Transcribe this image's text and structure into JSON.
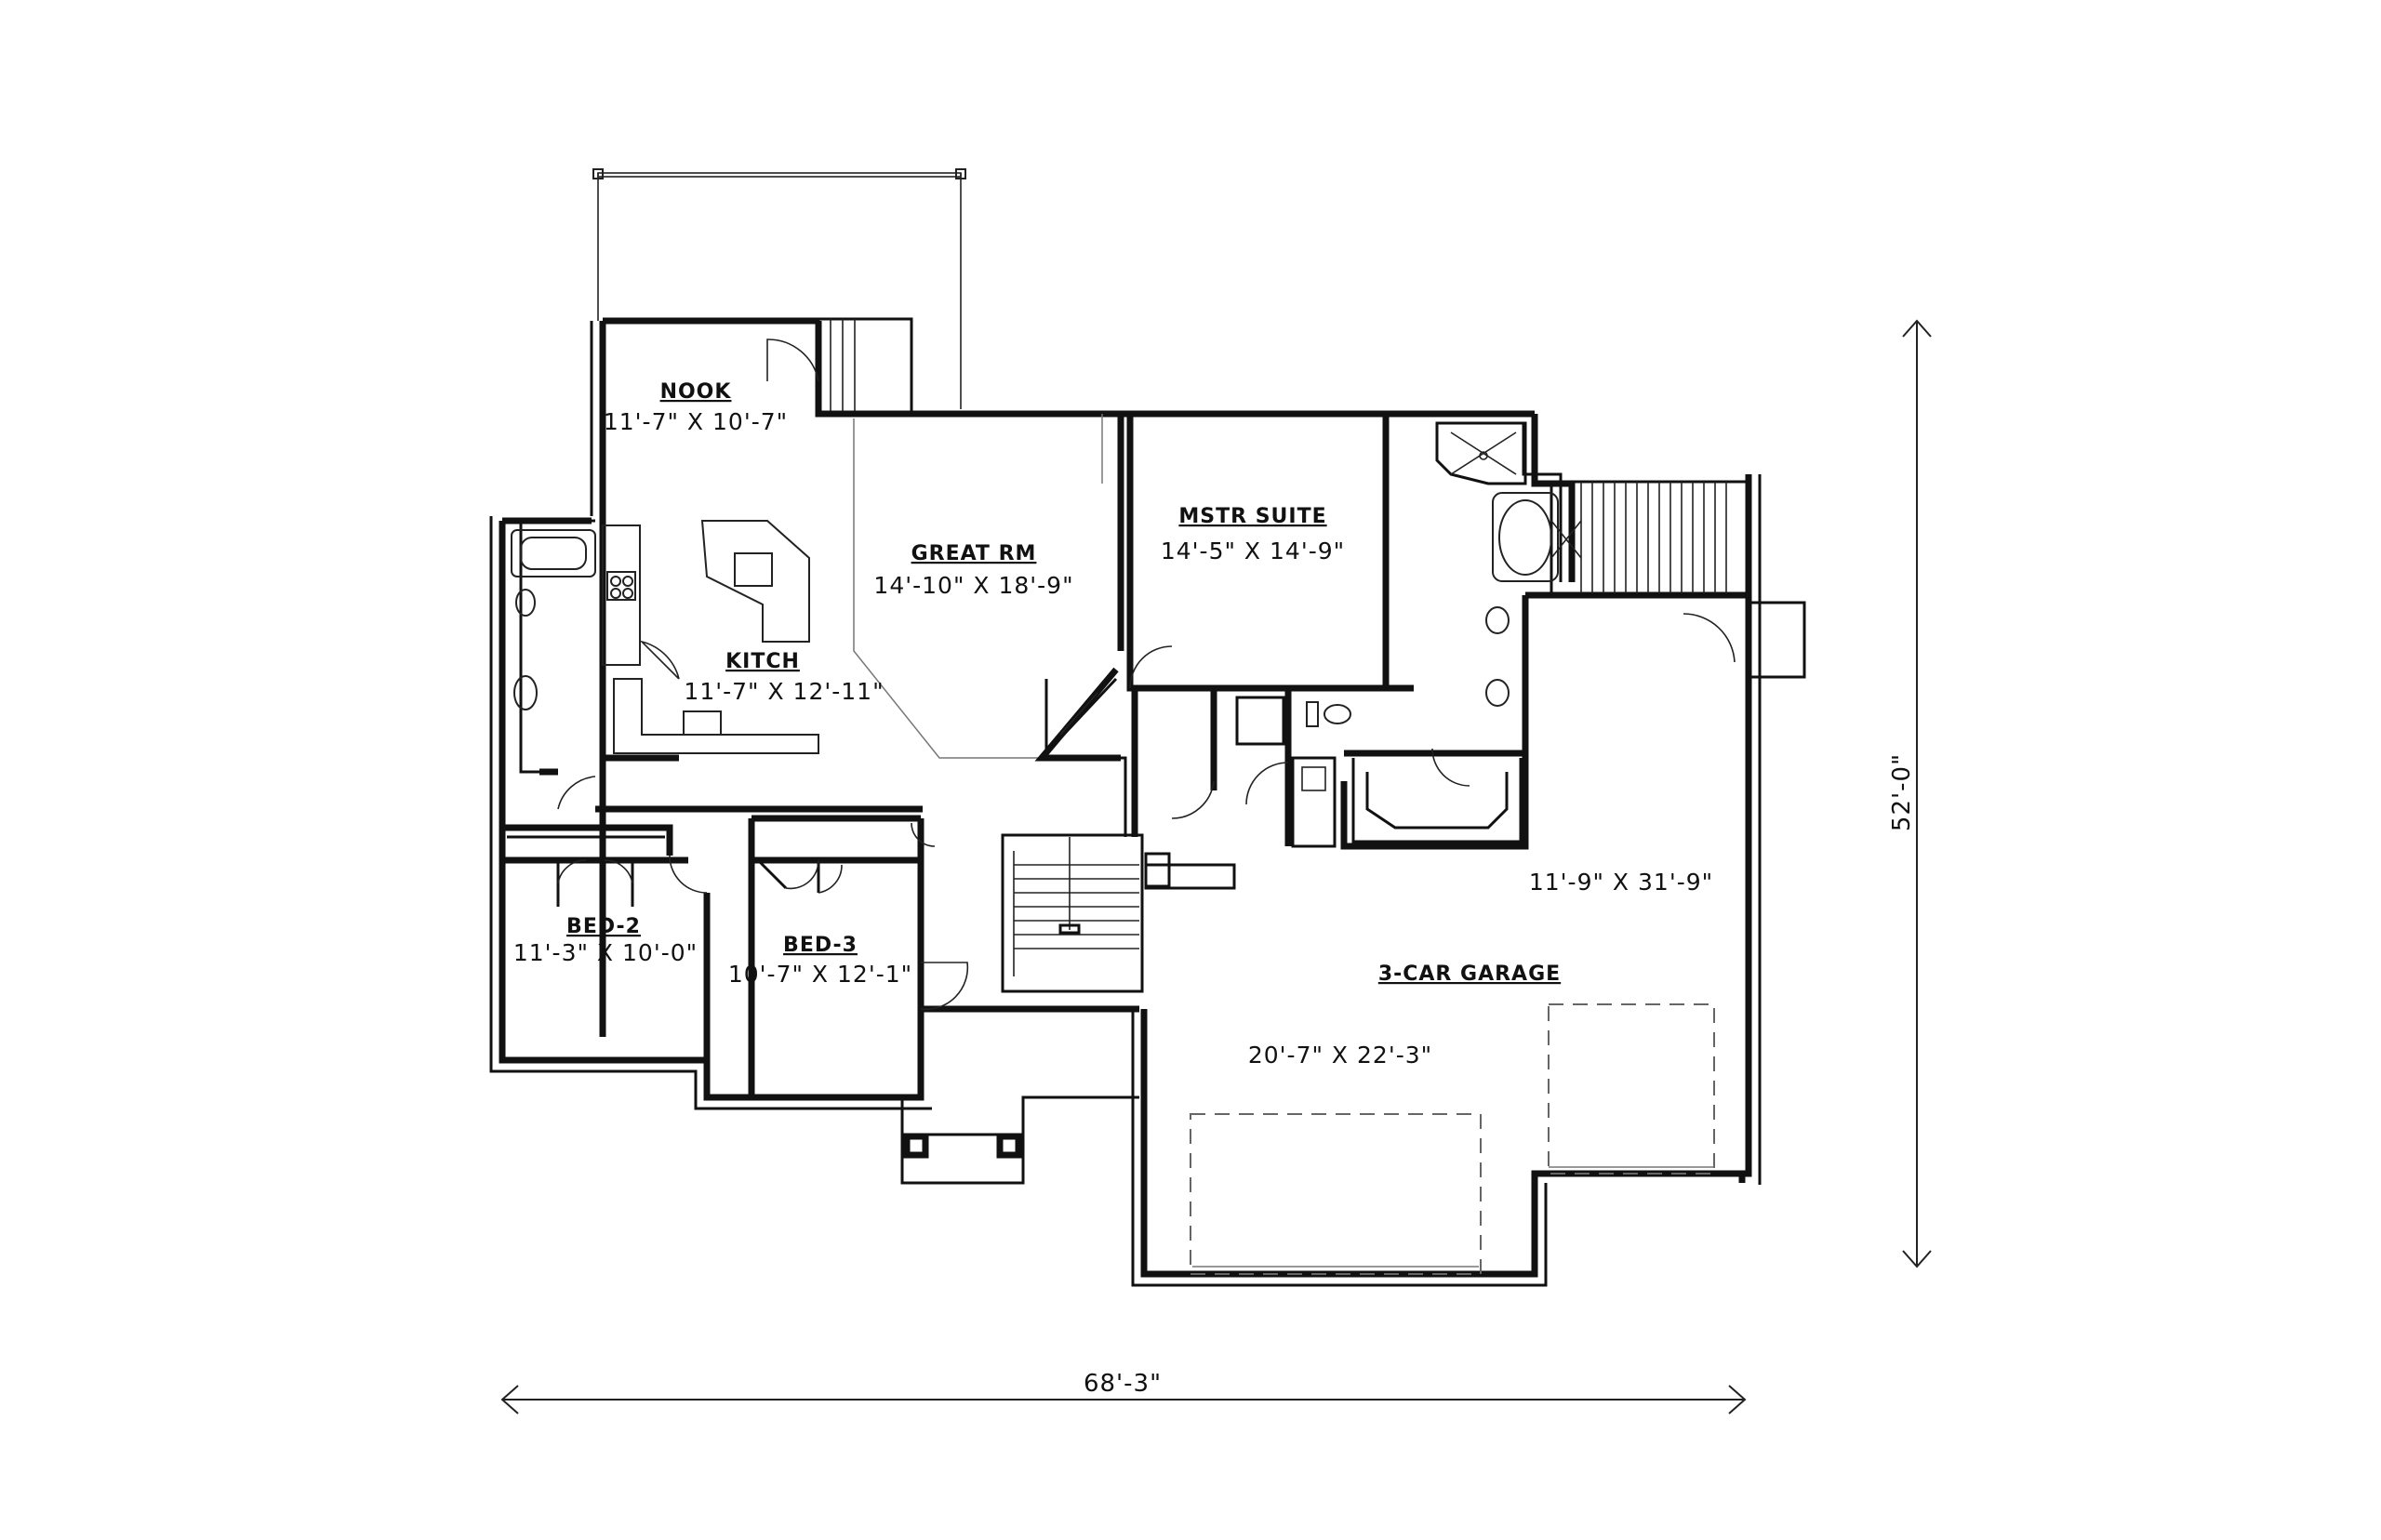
{
  "rooms": {
    "nook": {
      "name": "NOOK",
      "dims": "11'-7\" X 10'-7\""
    },
    "kitchen": {
      "name": "KITCH",
      "dims": "11'-7\" X 12'-11\""
    },
    "great": {
      "name": "GREAT RM",
      "dims": "14'-10\" X 18'-9\""
    },
    "master": {
      "name": "MSTR SUITE",
      "dims": "14'-5\" X 14'-9\""
    },
    "bed2": {
      "name": "BED-2",
      "dims": "11'-3\" X 10'-0\""
    },
    "bed3": {
      "name": "BED-3",
      "dims": "10'-7\" X 12'-1\""
    },
    "garage": {
      "name": "3-CAR GARAGE",
      "dims": "20'-7\" X 22'-3\"",
      "bay_dims": "11'-9\" X 31'-9\""
    }
  },
  "overall": {
    "width": "68'-3\"",
    "height": "52'-0\""
  },
  "colors": {
    "line": "#111111",
    "background": "#ffffff",
    "dash": "#666666"
  }
}
